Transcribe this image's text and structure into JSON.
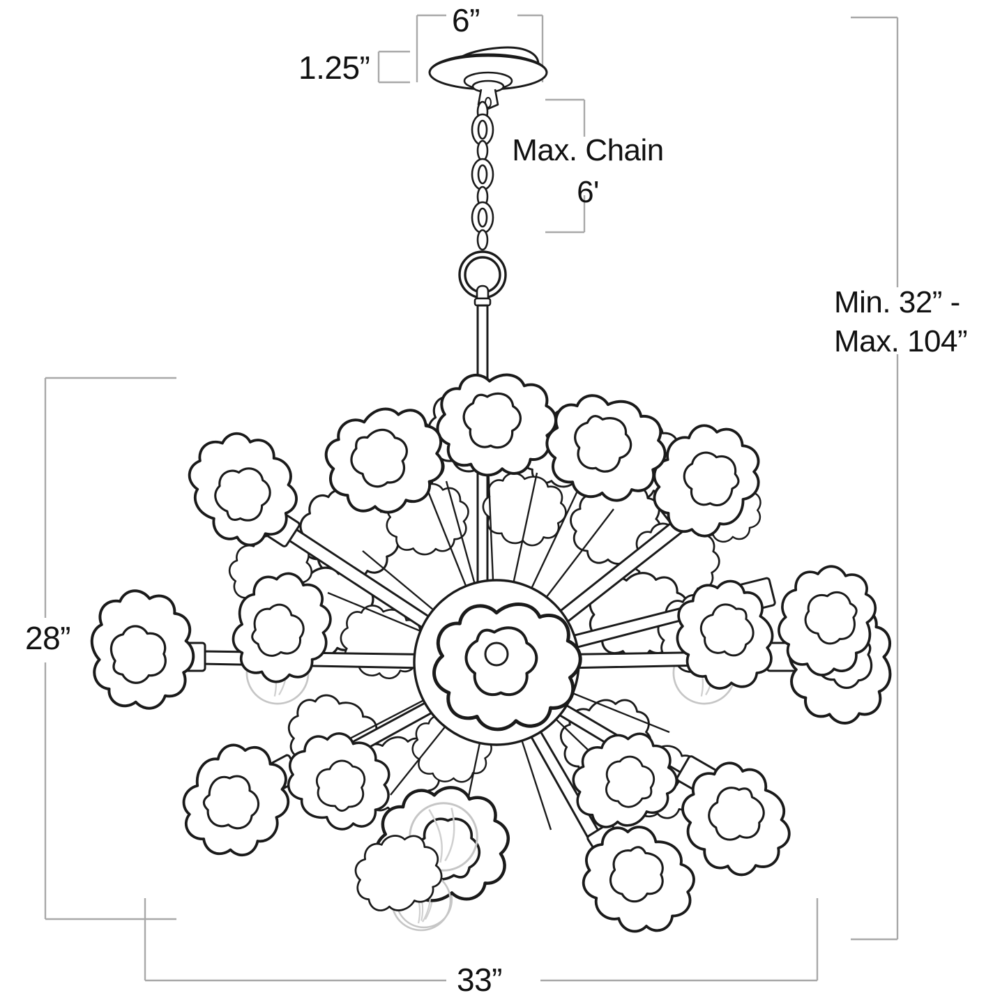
{
  "drawing": {
    "title": "Floral sputnik chandelier dimension drawing",
    "object_type": "chandelier",
    "line_color": "#1a1a1a",
    "dim_line_color": "#9a9a9a",
    "bulb_line_color": "#c9c9c9",
    "background": "#ffffff"
  },
  "dimensions": {
    "canopy_diameter": "6”",
    "canopy_height": "1.25”",
    "max_chain_line1": "Max. Chain",
    "max_chain_line2": "6'",
    "overall_height_line1": "Min. 32” -",
    "overall_height_line2": "Max. 104”",
    "fixture_height": "28”",
    "fixture_width": "33”"
  },
  "parts": {
    "canopy": "ceiling-canopy",
    "chain": "hanging-chain",
    "ring": "connector-ring",
    "stem": "center-stem",
    "hub": "center-hub-sphere",
    "arms": "radiating-arms",
    "sockets": "candle-sockets",
    "flowers": "glass-flower-shades",
    "bulbs": "globe-bulbs"
  }
}
